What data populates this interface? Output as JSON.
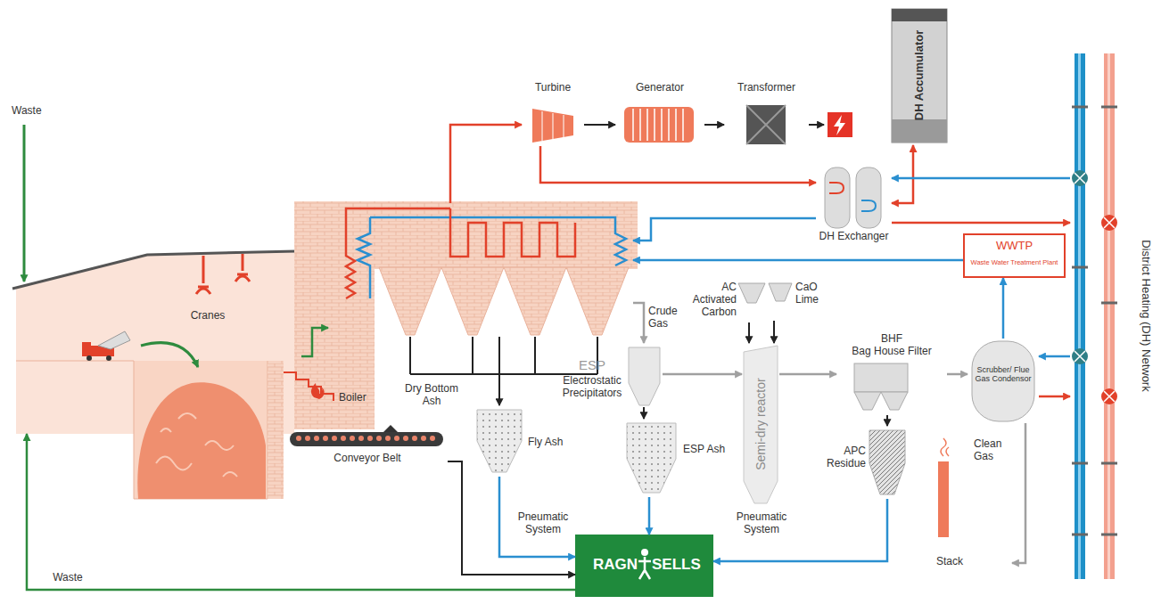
{
  "diagram": {
    "nodes": [
      {
        "text": [
          "Cranes"
        ]
      },
      {
        "text": [
          "Boiler"
        ]
      },
      {
        "text": [
          "Conveyor Belt"
        ]
      },
      {
        "text": [
          "Turbine"
        ]
      },
      {
        "text": [
          "Generator"
        ]
      },
      {
        "text": [
          "Transformer"
        ]
      },
      {
        "text": [
          "DH Accumulator"
        ]
      },
      {
        "text": [
          "DH Exchanger"
        ]
      },
      {
        "text": [
          "ESP",
          "Electrostatic Precipitators"
        ]
      },
      {
        "text": [
          "AC",
          "Activated Carbon"
        ]
      },
      {
        "text": [
          "CaO",
          "Lime"
        ]
      },
      {
        "text": [
          "Semi-dry reactor"
        ]
      },
      {
        "text": [
          "BHF",
          "Bag House Filter"
        ]
      },
      {
        "text": [
          "WWTP",
          "Waste Water Treatment Plant"
        ]
      },
      {
        "text": [
          "Scrubber/ Flue Gas Condensor"
        ]
      },
      {
        "text": [
          "Fly Ash"
        ]
      },
      {
        "text": [
          "ESP Ash"
        ]
      },
      {
        "text": [
          "APC Residue"
        ]
      },
      {
        "text": [
          "Clean Gas",
          "Stack"
        ]
      },
      {
        "text": [
          "District Heating (DH) Network"
        ]
      },
      {
        "text": [
          "RAGN",
          "SELLS"
        ]
      }
    ],
    "edges": [
      {
        "from": 0,
        "to": 1,
        "arrow": "to"
      },
      {
        "from": 1,
        "to": 3,
        "arrow": "to"
      },
      {
        "from": 3,
        "to": 4,
        "arrow": "to"
      },
      {
        "from": 4,
        "to": 5,
        "arrow": "to"
      },
      {
        "from": 3,
        "to": 7,
        "arrow": "to"
      },
      {
        "from": 6,
        "to": 7,
        "arrow": "both"
      },
      {
        "from": 19,
        "to": 7,
        "arrow": "to"
      },
      {
        "from": 7,
        "to": 19,
        "arrow": "to"
      },
      {
        "from": 7,
        "to": 1,
        "arrow": "to"
      },
      {
        "from": 1,
        "to": 8,
        "arrow": "to",
        "label": "Crude Gas"
      },
      {
        "from": 1,
        "to": 15,
        "arrow": "to"
      },
      {
        "from": 2,
        "to": 20,
        "arrow": "to",
        "label": "Dry Bottom Ash"
      },
      {
        "from": 15,
        "to": 20,
        "arrow": "to",
        "label": "Pneumatic System"
      },
      {
        "from": 8,
        "to": 16,
        "arrow": "to"
      },
      {
        "from": 16,
        "to": 20,
        "arrow": "to"
      },
      {
        "from": 8,
        "to": 11,
        "arrow": "to"
      },
      {
        "from": 9,
        "to": 11,
        "arrow": "to"
      },
      {
        "from": 10,
        "to": 11,
        "arrow": "to"
      },
      {
        "from": 11,
        "to": 12,
        "arrow": "to"
      },
      {
        "from": 12,
        "to": 17,
        "arrow": "to"
      },
      {
        "from": 17,
        "to": 20,
        "arrow": "to",
        "label": "Pneumatic System"
      },
      {
        "from": 12,
        "to": 14,
        "arrow": "to"
      },
      {
        "from": 14,
        "to": 13,
        "arrow": "to"
      },
      {
        "from": 13,
        "to": 1,
        "arrow": "to"
      },
      {
        "from": 19,
        "to": 14,
        "arrow": "to"
      },
      {
        "from": 14,
        "to": 19,
        "arrow": "to"
      },
      {
        "from": 14,
        "to": 18,
        "arrow": "to"
      },
      {
        "from": 20,
        "to": 0,
        "arrow": "to",
        "label": "Waste"
      }
    ],
    "labels": [
      "Waste"
    ]
  }
}
